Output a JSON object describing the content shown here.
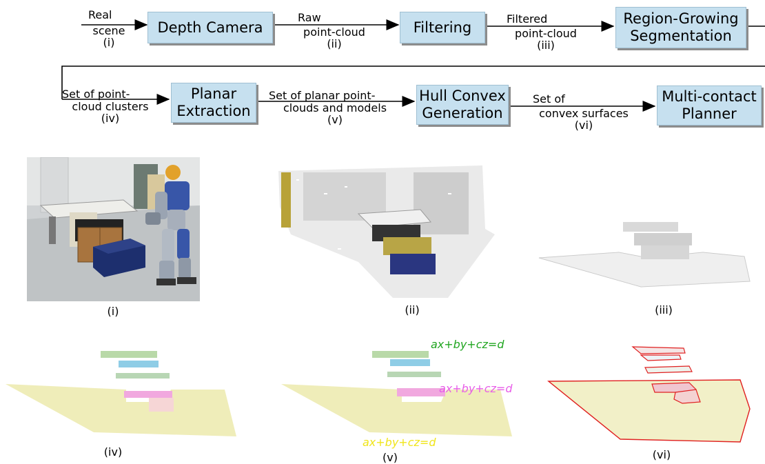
{
  "pipeline": {
    "boxes": {
      "depth_camera": "Depth Camera",
      "filtering": "Filtering",
      "segmentation_line1": "Region-Growing",
      "segmentation_line2": "Segmentation",
      "planar_line1": "Planar",
      "planar_line2": "Extraction",
      "hull_line1": "Hull Convex",
      "hull_line2": "Generation",
      "planner_line1": "Multi-contact",
      "planner_line2": "Planner"
    },
    "edges": {
      "e1_line1": "Real",
      "e1_line2": "scene",
      "e1_line3": "(i)",
      "e2_line1": "Raw",
      "e2_line2": "point-cloud",
      "e2_line3": "(ii)",
      "e3_line1": "Filtered",
      "e3_line2": "point-cloud",
      "e3_line3": "(iii)",
      "e4_line1": "Set of point-",
      "e4_line2": "cloud clusters",
      "e4_line3": "(iv)",
      "e5_line1": "Set of planar point-",
      "e5_line2": "clouds and models",
      "e5_line3": "(v)",
      "e6_line1": "Set of",
      "e6_line2": "convex surfaces",
      "e6_line3": "(vi)"
    }
  },
  "panels": {
    "captions": [
      "(i)",
      "(ii)",
      "(iii)",
      "(iv)",
      "(v)",
      "(vi)"
    ],
    "equations": {
      "green": "ax+by+cz=d",
      "magenta": "ax+by+cz=d",
      "yellow": "ax+by+cz=d"
    }
  },
  "colors": {
    "box_fill": "#c6e0ef",
    "green_eq": "#1fa51f",
    "magenta_eq": "#e85ce8",
    "yellow_eq": "#f0e51a",
    "hull_outline": "#e02020"
  }
}
